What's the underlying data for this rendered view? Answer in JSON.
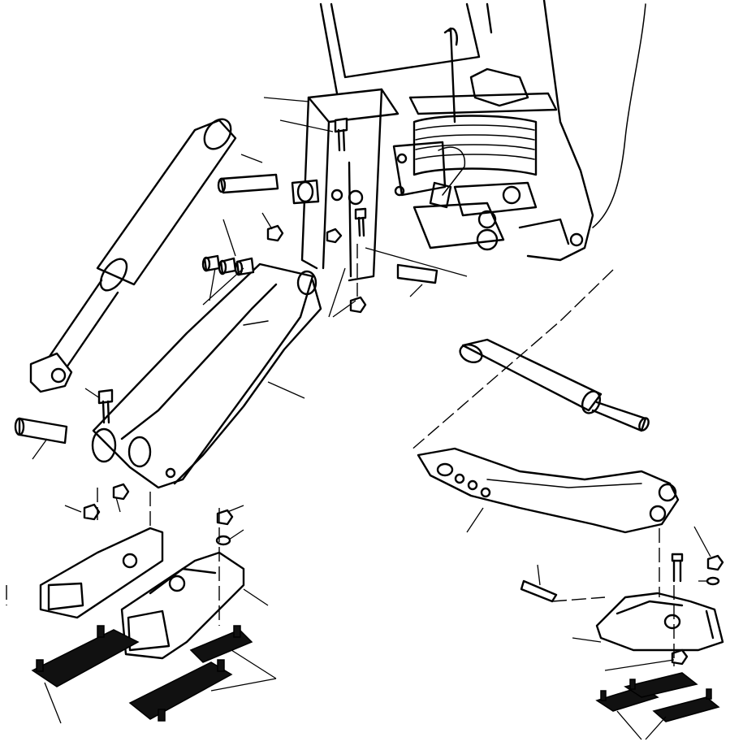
{
  "figure": {
    "title": "",
    "labels": []
  },
  "colors": {
    "ink": "#000000",
    "paper": "#ffffff",
    "pad_fill": "#111111"
  },
  "parts": [
    {
      "name": "backhoe-frame-housing"
    },
    {
      "name": "swing-cylinder-left"
    },
    {
      "name": "swing-cylinder-right"
    },
    {
      "name": "stabilizer-arm-left"
    },
    {
      "name": "stabilizer-arm-right"
    },
    {
      "name": "stabilizer-foot-left"
    },
    {
      "name": "stabilizer-foot-right"
    },
    {
      "name": "grouser-pad-left"
    },
    {
      "name": "grouser-pad-right"
    },
    {
      "name": "pin"
    },
    {
      "name": "bolt"
    },
    {
      "name": "nut"
    },
    {
      "name": "bushing"
    }
  ]
}
